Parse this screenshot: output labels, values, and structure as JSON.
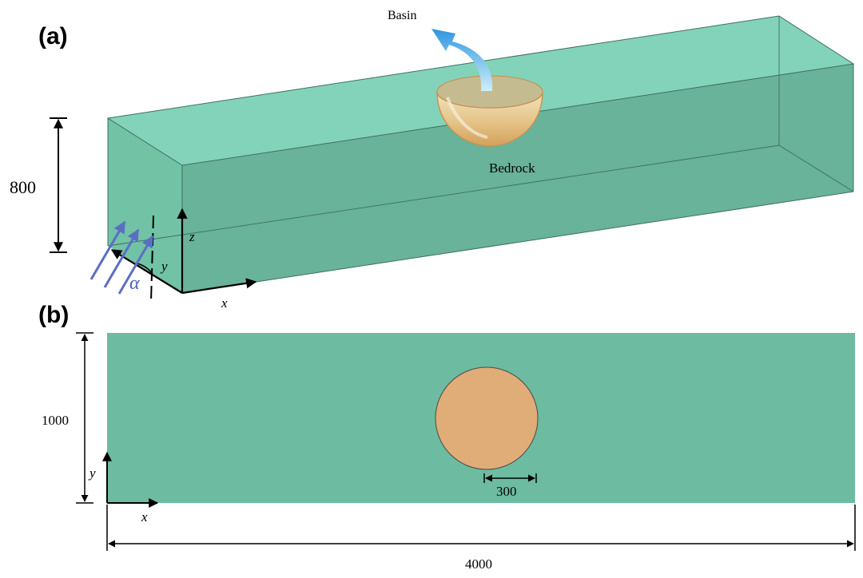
{
  "panels": {
    "a": {
      "label": "(a)",
      "basin_label": "Basin",
      "bedrock_label": "Bedrock",
      "height_label": "800",
      "axis_x": "x",
      "axis_y": "y",
      "axis_z": "z",
      "angle_symbol": "α"
    },
    "b": {
      "label": "(b)",
      "width_label": "1000",
      "length_label": "4000",
      "radius_label": "300",
      "axis_x": "x",
      "axis_y": "y"
    }
  },
  "colors": {
    "domain_fill": "#6dbba0",
    "domain_top": "#83d3bb",
    "domain_side": "#68b39a",
    "basin_fill": "#e0ac77",
    "arrow_blue": "#3d9fe0",
    "wave_arrow": "#5a6fc4"
  }
}
